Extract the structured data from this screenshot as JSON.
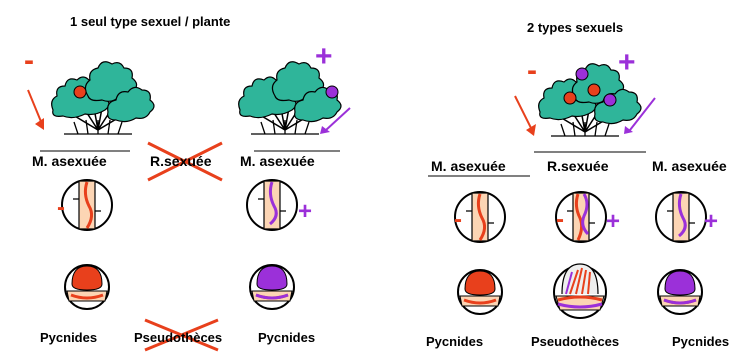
{
  "left_panel": {
    "title": "1 seul type sexuel / plante",
    "plant_left_sign": "-",
    "plant_right_sign": "+",
    "label_asex_left": "M. asexuée",
    "label_sexual_crossed": "R.sexuée",
    "label_asex_right": "M. asexuée",
    "stem_left_sign": "-",
    "stem_right_sign": "+",
    "label_pycnides_left": "Pycnides",
    "label_pseudo_crossed": "Pseudothèces",
    "label_pycnides_right": "Pycnides"
  },
  "right_panel": {
    "title": "2 types sexuels",
    "plant_minus_sign": "-",
    "plant_plus_sign": "+",
    "label_asex_left": "M. asexuée",
    "label_sexual": "R.sexuée",
    "label_asex_right": "M. asexuée",
    "stem1_sign": "-",
    "stem2_sign_minus": "-",
    "stem2_sign_plus": "+",
    "stem3_sign": "+",
    "label_pycnides_left": "Pycnides",
    "label_pseudo": "Pseudothèces",
    "label_pycnides_right": "Pycnides"
  },
  "colors": {
    "minus": "#e8401c",
    "plus": "#9b30d9",
    "leaf": "#2fb59a",
    "stem": "#fcd5b4",
    "cross": "#e8401c"
  }
}
